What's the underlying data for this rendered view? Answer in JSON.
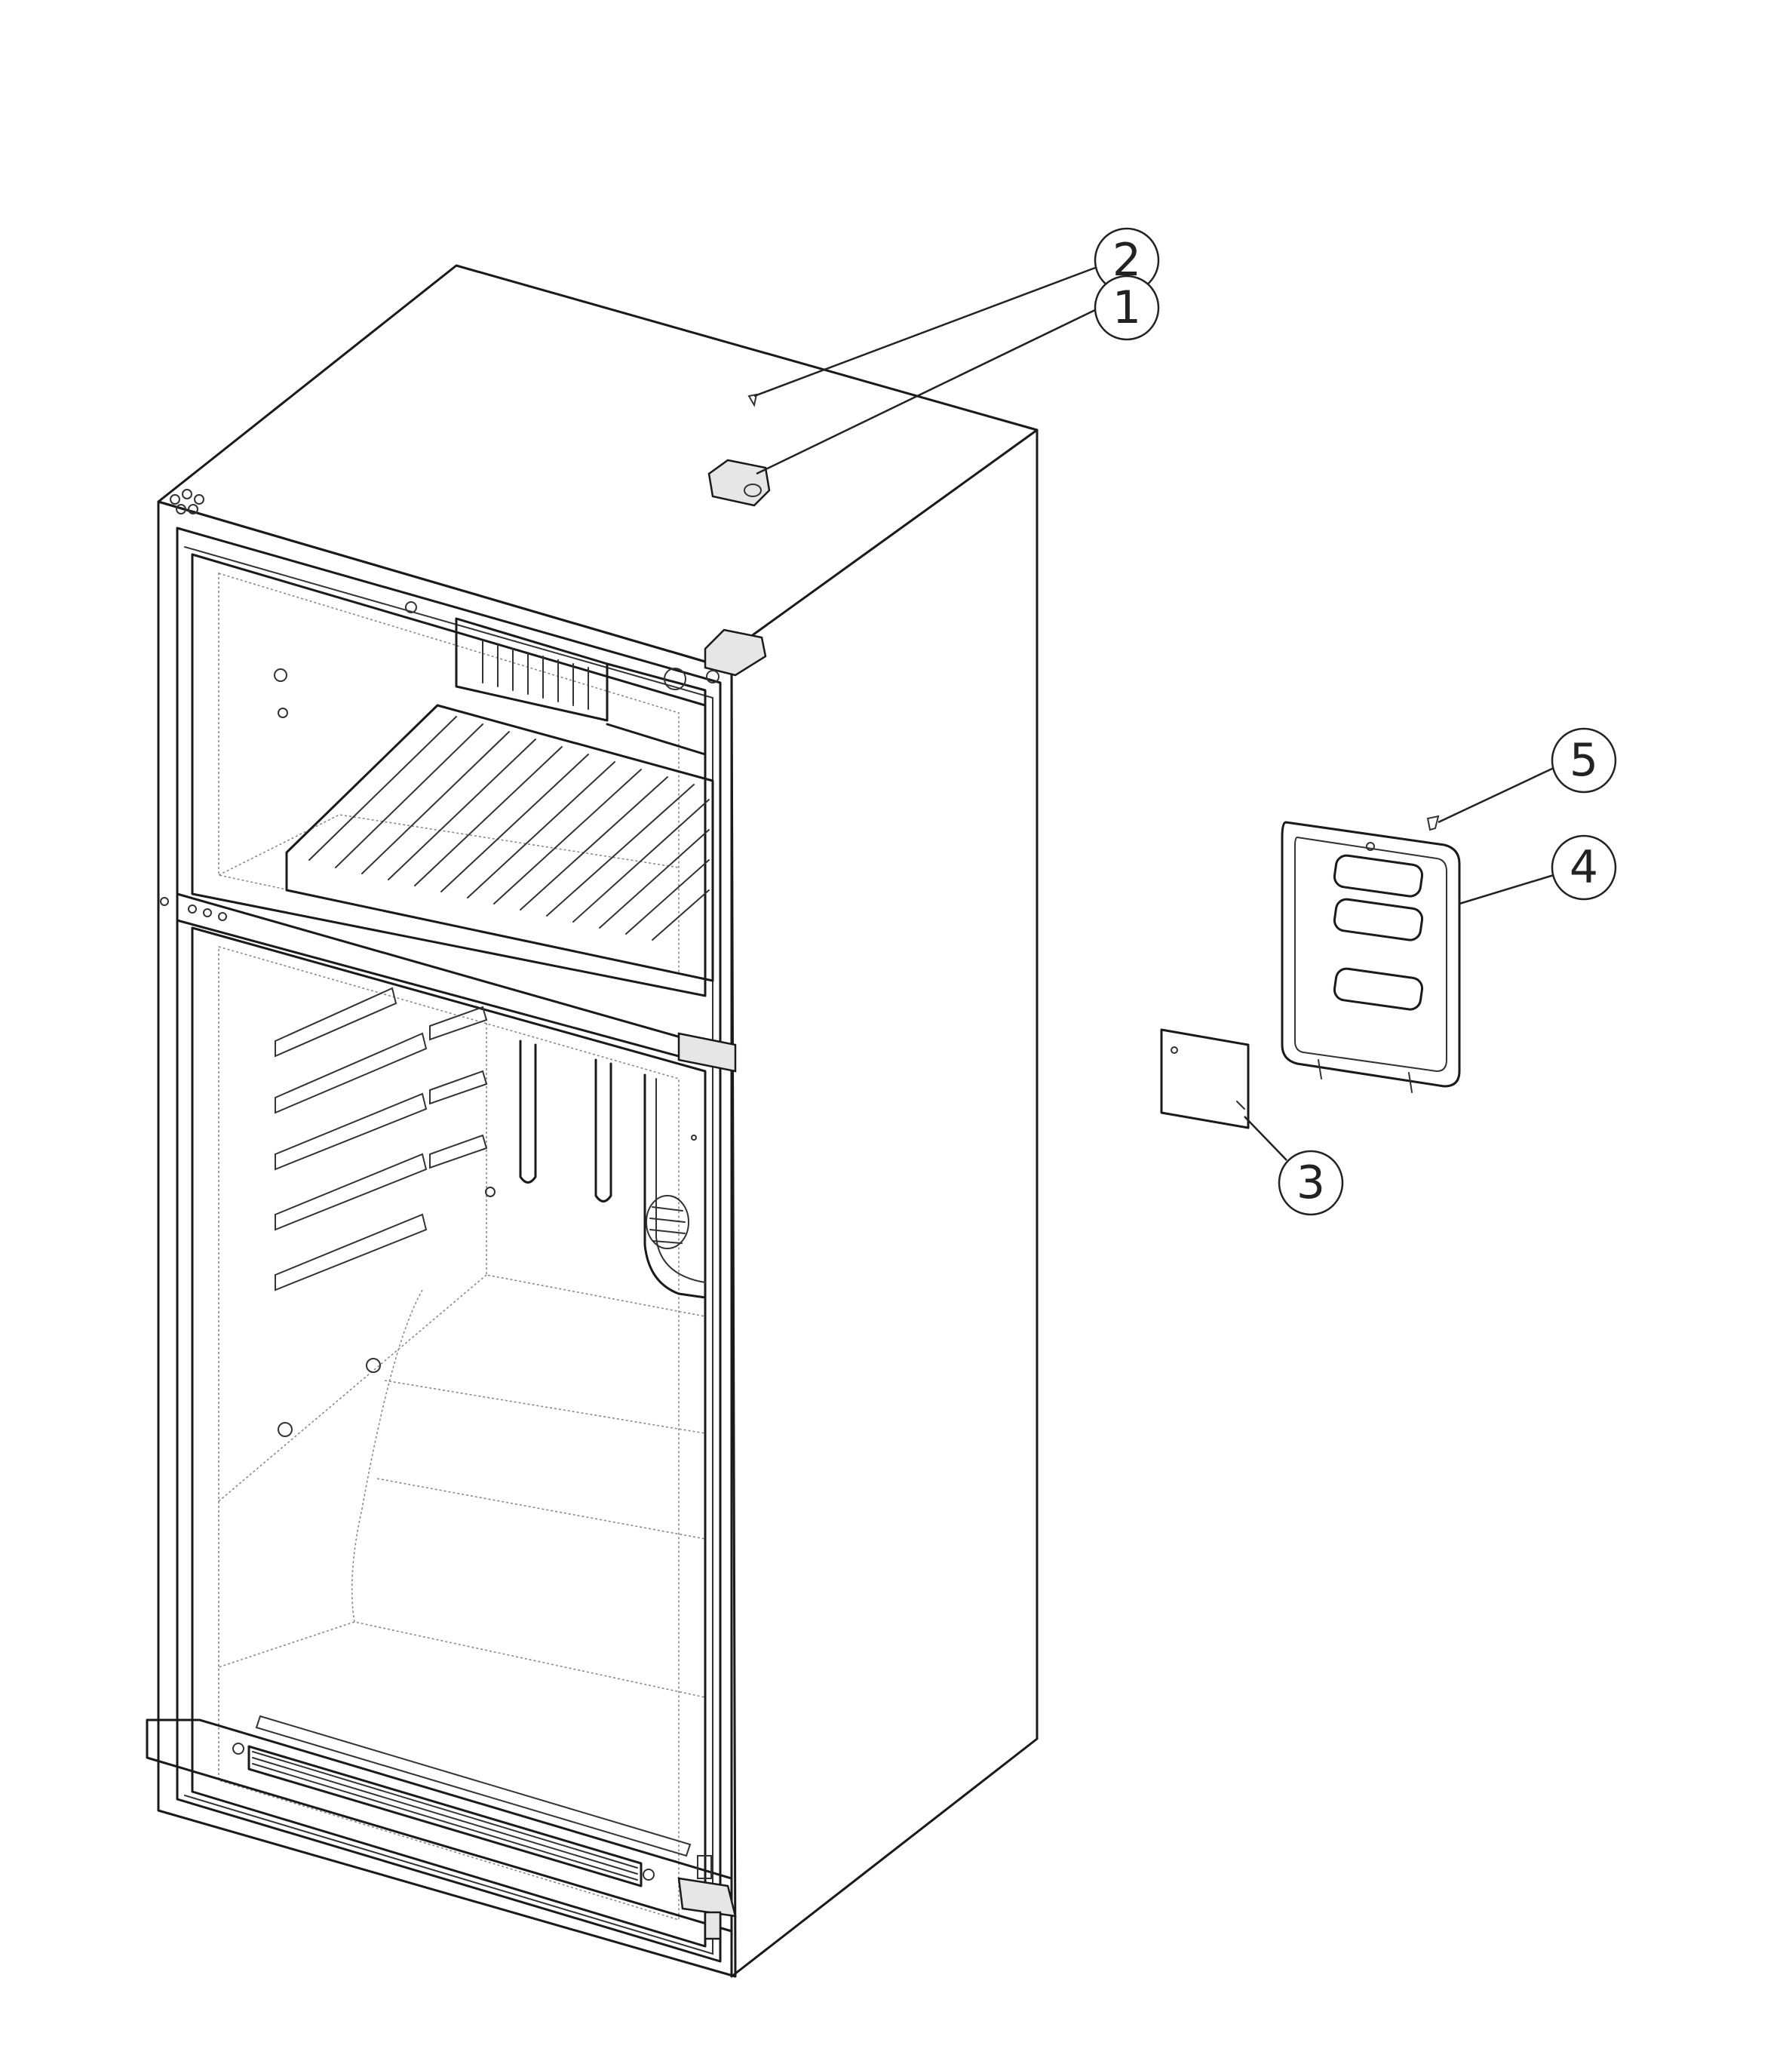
{
  "callouts": [
    {
      "label": "1"
    },
    {
      "label": "2"
    },
    {
      "label": "3"
    },
    {
      "label": "4"
    },
    {
      "label": "5"
    }
  ],
  "colors": {
    "line": "#1a1a1a",
    "background": "#ffffff",
    "shade": "#e6e6e6"
  }
}
